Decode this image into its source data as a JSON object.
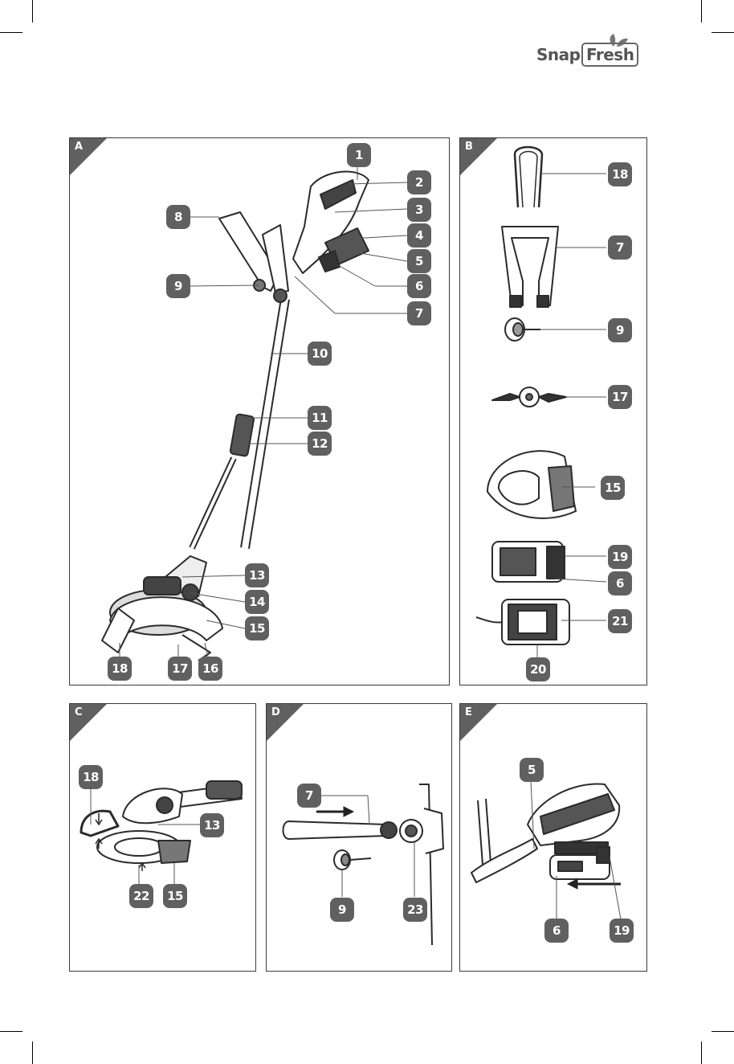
{
  "brand": {
    "name_part1": "Snap",
    "name_part2": "Fresh"
  },
  "panels": {
    "A": {
      "label": "A",
      "callouts": [
        "1",
        "2",
        "3",
        "4",
        "5",
        "6",
        "7",
        "8",
        "9",
        "10",
        "11",
        "12",
        "13",
        "14",
        "15",
        "16",
        "17",
        "18"
      ]
    },
    "B": {
      "label": "B",
      "callouts": [
        "18",
        "7",
        "9",
        "17",
        "15",
        "19",
        "6",
        "21",
        "20"
      ]
    },
    "C": {
      "label": "C",
      "callouts": [
        "18",
        "13",
        "22",
        "15"
      ]
    },
    "D": {
      "label": "D",
      "callouts": [
        "7",
        "9",
        "23"
      ]
    },
    "E": {
      "label": "E",
      "callouts": [
        "5",
        "6",
        "19"
      ]
    }
  }
}
